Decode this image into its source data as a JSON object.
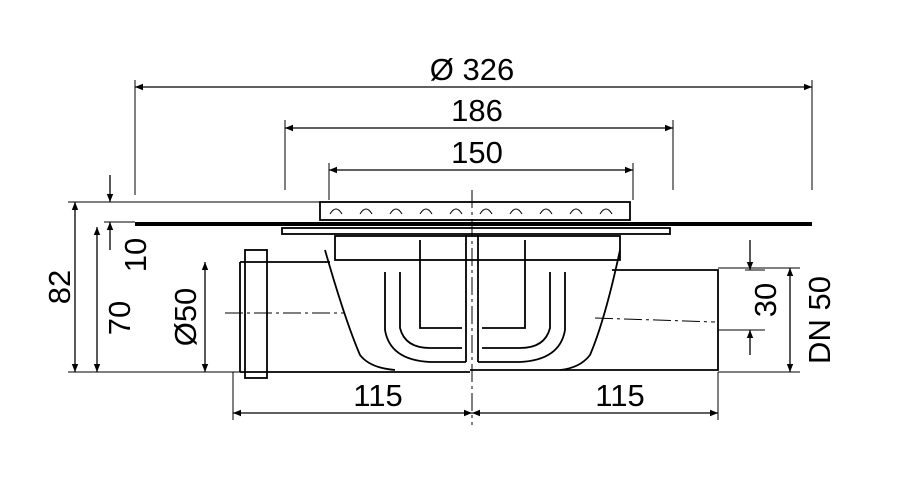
{
  "drawing": {
    "dimensions": {
      "overall_diameter": "Ø 326",
      "flange_width": "186",
      "grate_width": "150",
      "total_height": "82",
      "body_height": "70",
      "grate_height": "10",
      "inlet_diameter": "Ø50",
      "left_length": "115",
      "right_length": "115",
      "water_seal": "30",
      "outlet_size": "DN 50"
    },
    "colors": {
      "line": "#000000",
      "background": "#ffffff"
    }
  }
}
